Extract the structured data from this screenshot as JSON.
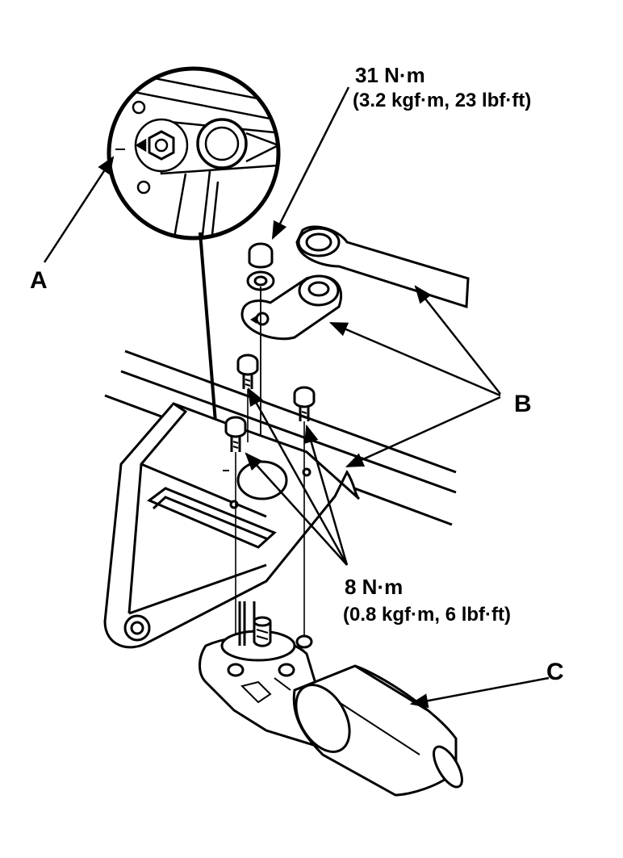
{
  "callouts": {
    "a": "A",
    "b": "B",
    "c": "C"
  },
  "torque_top": {
    "value": "31 N·m",
    "conversion": "(3.2 kgf·m, 23 lbf·ft)"
  },
  "torque_bottom": {
    "value": "8 N·m",
    "conversion": "(0.8 kgf·m, 6 lbf·ft)"
  },
  "colors": {
    "ink": "#000000",
    "paper": "#ffffff"
  }
}
